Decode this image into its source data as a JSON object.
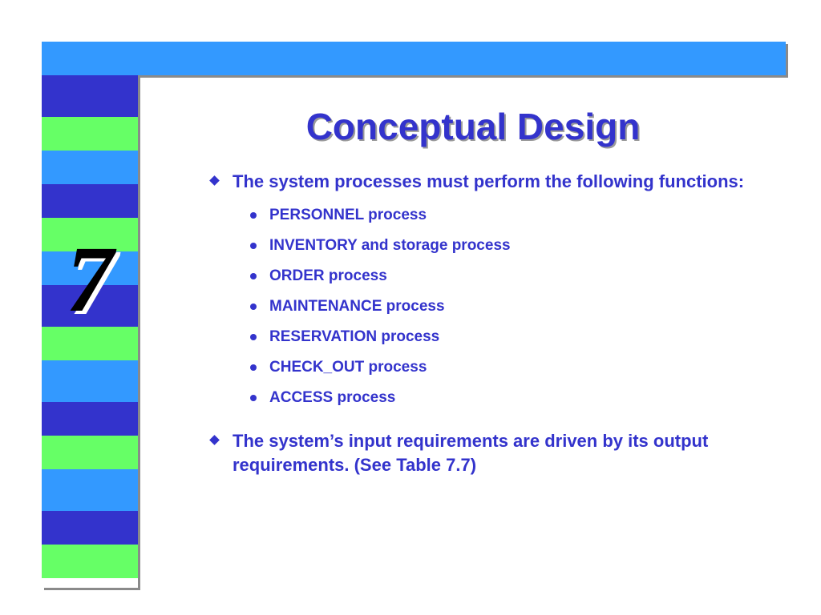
{
  "slide": {
    "chapter_number": "7",
    "title": "Conceptual Design",
    "bullets": [
      {
        "text": "The system processes must perform the following functions:",
        "sub_items": [
          "PERSONNEL process",
          "INVENTORY and storage process",
          "ORDER process",
          "MAINTENANCE process",
          "RESERVATION process",
          "CHECK_OUT process",
          "ACCESS process"
        ]
      },
      {
        "text": "The system’s input requirements are driven by its output requirements. (See Table 7.7)",
        "sub_items": []
      }
    ]
  },
  "decor": {
    "bullet_l1_icon": "diamond-bullet-icon",
    "bullet_l2_icon": "dot-bullet-icon",
    "colors": {
      "title_text": "#3333cc",
      "body_text": "#3333cc",
      "top_bar": "#3399ff",
      "stripe_dark_blue": "#3333cc",
      "stripe_green": "#66ff66",
      "stripe_light_blue": "#3399ff",
      "chapter_number": "#000000"
    },
    "stripe_pattern": [
      "stripe_dark_blue",
      "stripe_green",
      "stripe_light_blue",
      "stripe_dark_blue",
      "stripe_green",
      "stripe_light_blue",
      "stripe_dark_blue",
      "stripe_green",
      "stripe_light_blue",
      "stripe_dark_blue",
      "stripe_green",
      "stripe_light_blue",
      "stripe_dark_blue",
      "stripe_green"
    ]
  }
}
